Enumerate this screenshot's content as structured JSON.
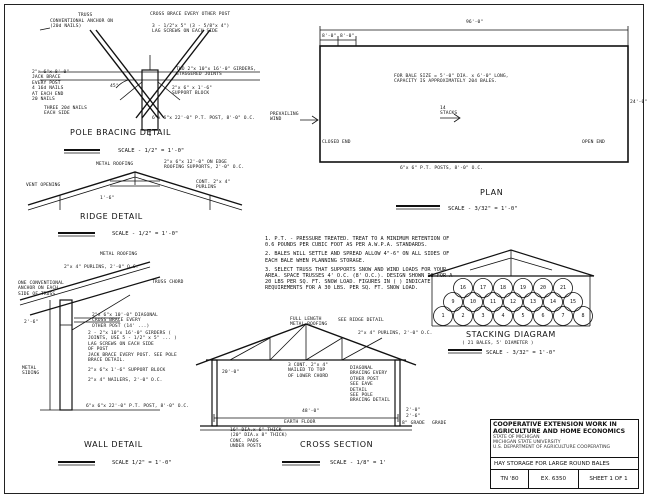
{
  "pole_bracing": {
    "title": "POLE BRACING DETAIL",
    "scale": "SCALE - 1/2\" = 1'-0\"",
    "labels": {
      "truss": "TRUSS",
      "conventional_anchor": "CONVENTIONAL ANCHOR ON\n(20d NAILS)",
      "cross_brace": "CROSS BRACE EVERY OTHER POST",
      "lag_screws": "3 - 1/2\"x 5\" (3 - 5/8\"x 4\")\nLAG SCREWS ON EACH SIDE",
      "jack_brace": "2\"x 6\"x 8'-0\"\nJACK BRACE\nEVERY POST\n4 16d NAILS\nAT EACH END\n20 NAILS",
      "angle": "45°",
      "girders": "TWO 2\"x 10\"x 16'-0\" GIRDERS,\nSTAGGERED JOINTS",
      "support_block": "2\"x 6\" x 1'-6\"\nSUPPORT BLOCK",
      "nails_each_side": "THREE 20d NAILS\nEACH SIDE",
      "post": "6\"x 6\"x 22'-0\" P.T. POST, 8'-0\" O.C."
    }
  },
  "ridge": {
    "title": "RIDGE DETAIL",
    "scale": "SCALE - 1/2\" = 1'-0\"",
    "labels": {
      "metal_roofing": "METAL ROOFING",
      "purlins_edge": "2\"x 6\"x 12'-0\" ON EDGE\nROOFING SUPPORTS, 2'-0\" O.C.",
      "vent_opening": "VENT OPENING",
      "cont_purlin": "CONT. 2\"x 4\"\nPURLINS",
      "dim": "1'-6\""
    }
  },
  "wall": {
    "title": "WALL DETAIL",
    "scale": "SCALE 1/2\" = 1'-0\"",
    "labels": {
      "metal_roofing": "METAL ROOFING",
      "purlins": "2\"x 4\" PURLINS, 2'-0\" O.C.",
      "truss_chord": "TRUSS CHORD",
      "anchor_sides": "ONE CONVENTIONAL\nANCHOR ON EACH\nSIDE OF TRUSS",
      "diagonal_brace": "2\"x 6\"x 10'-0\" DIAGONAL\nCROSS BRACE EVERY\nOTHER POST (14' ...)",
      "dim": "2'-6\"",
      "girders": "2 - 2\"x 10\"x 16'-0\" GIRDERS (\nJOINTS, USE 5 - 1/2\" x 5\" ... )\nLAG SCREWS ON EACH SIDE\nOF POST",
      "jack_brace": "JACK BRACE EVERY POST. SEE POLE\nBRACE DETAIL.",
      "metal_siding": "METAL\nSIDING",
      "support_block": "2\"x 6\"x 1'-6\" SUPPORT BLOCK",
      "nailers": "2\"x 4\" NAILERS, 2'-0\" O.C.",
      "post": "6\"x 6\"x 22'-0\" P.T. POST, 8'-0\" O.C."
    }
  },
  "plan": {
    "title": "PLAN",
    "scale": "SCALE - 3/32\" = 1'-0\"",
    "width_dim": "96'-0\"",
    "bay_dims": [
      "8'-0\"",
      "8'-0\""
    ],
    "note": "FOR BALE SIZE = 5'-0\" DIA. x 6'-0\" LONG,\nCAPACITY IS APPROXIMATELY 204 BALES.",
    "stacks": "14\nSTACKS",
    "prevailing_wind": "PREVAILING\nWIND",
    "closed_end": "CLOSED END",
    "open_end": "OPEN END",
    "posts": "6\"x 6\" P.T. POSTS, 8'-0\" O.C.",
    "side_dim": "24'-0\""
  },
  "notes": [
    "1. P.T. - PRESSURE TREATED. TREAT TO A MINIMUM RETENTION OF 0.6 POUNDS PER CUBIC FOOT AS PER A.W.P.A. STANDARDS.",
    "2. BALES WILL SETTLE AND SPREAD ALLOW 4\"-6\" ON ALL SIDES OF EACH BALE WHEN PLANNING STORAGE.",
    "3. SELECT TRUSS THAT SUPPORTS SNOW AND WIND LOADS FOR YOUR AREA. SPACE TRUSSES 4' O.C. (8' O.C.). DESIGN SHOWN IS FOR A 20 LBS PER SQ. FT. SNOW LOAD. FIGURES IN ( ) INDICATE REQUIREMENTS FOR A 30 LBS. PER SQ. FT. SNOW LOAD."
  ],
  "stacking": {
    "title": "STACKING DIAGRAM",
    "subtitle": "( 21 BALES, 5' DIAMETER )",
    "scale": "SCALE - 3/32\" = 1'-0\"",
    "bales": [
      "1",
      "2",
      "3",
      "4",
      "5",
      "6",
      "7",
      "8",
      "9",
      "10",
      "11",
      "12",
      "13",
      "14",
      "15",
      "16",
      "17",
      "18",
      "19",
      "20",
      "21"
    ]
  },
  "cross_section": {
    "title": "CROSS SECTION",
    "scale": "SCALE - 1/8\" = 1'",
    "labels": {
      "full_length": "FULL LENGTH\nMETAL ROOFING",
      "see_ridge": "SEE RIDGE DETAIL",
      "purlins": "2\"x 4\" PURLINS, 2'-0\" O.C.",
      "cont_2x4": "3 CONT. 2\"x 4\"\nNAILED TO TOP\nOF LOWER CHORD",
      "diagonal": "DIAGONAL\nBRACING EVERY\nOTHER POST\nSEE EAVE\nDETAIL",
      "see_pole": "SEE POLE\nBRACING DETAIL",
      "span": "48'-0\"",
      "earth_floor": "EARTH FLOOR",
      "grade": "GRADE",
      "dim_a": "2'-0\"",
      "dim_b": "2'-6\"",
      "dim_c": "8\" GRADE",
      "post_note": "16\" DIA.x 6\" THICK\n(20\" DIA.x 8\" THICK)\nCONC. PADS\nUNDER POSTS",
      "height": "20'-0\""
    }
  },
  "title_block": {
    "org": "COOPERATIVE EXTENSION WORK IN\nAGRICULTURE AND HOME ECONOMICS",
    "org_sub": "STATE OF MICHIGAN\nMICHIGAN STATE UNIVERSITY\nU.S. DEPARTMENT OF AGRICULTURE COOPERATING",
    "drawing_title": "HAY STORAGE FOR LARGE ROUND BALES",
    "number": "TN '80",
    "ex": "EX. 6350",
    "sheet": "SHEET 1 OF 1"
  }
}
